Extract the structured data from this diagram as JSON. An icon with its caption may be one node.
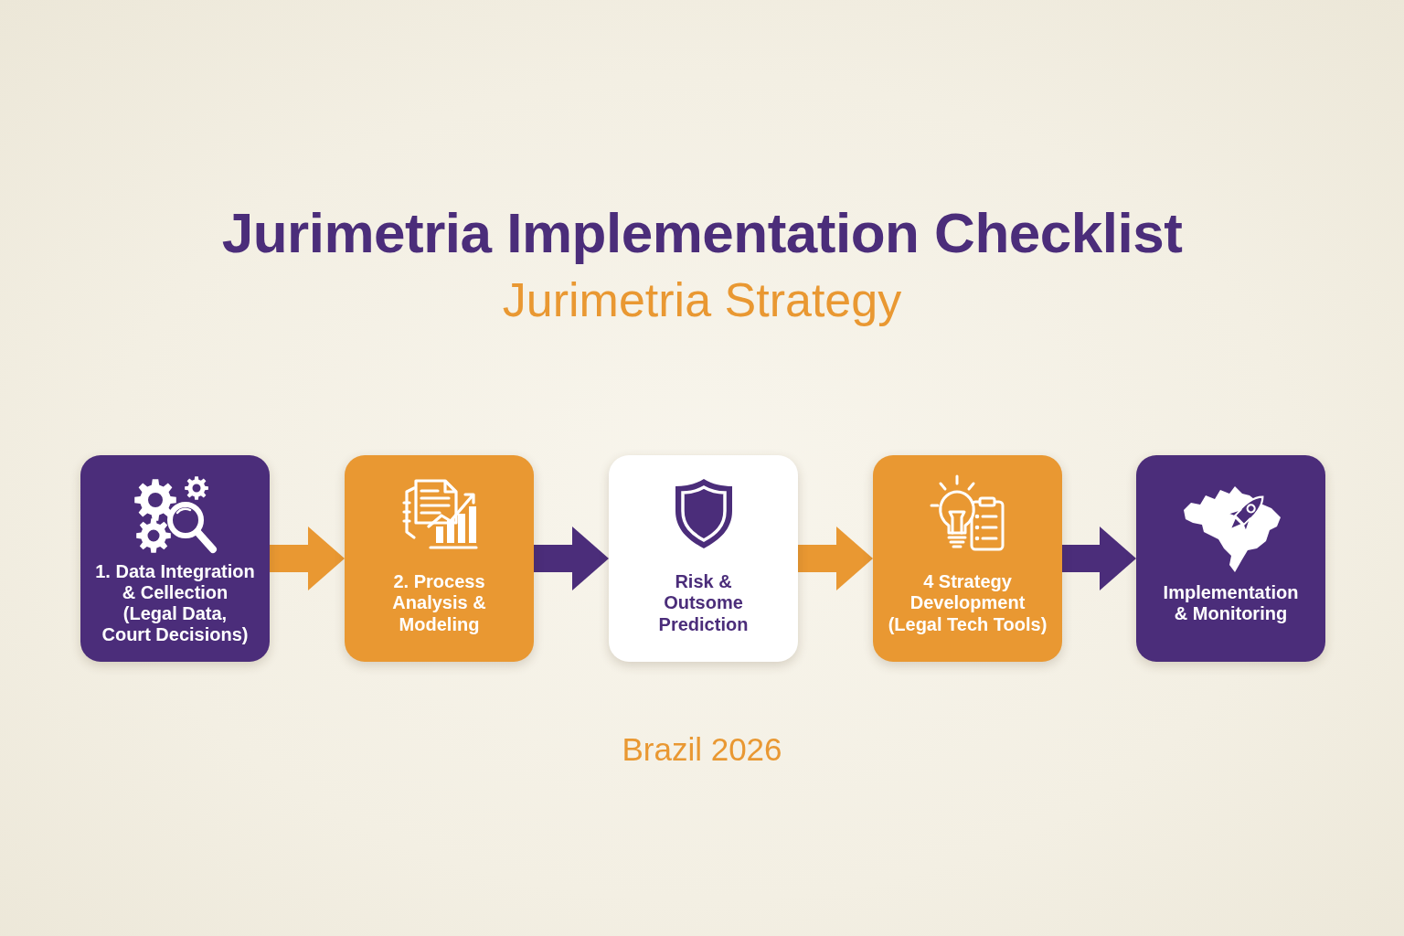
{
  "diagram": {
    "title": "Jurimetria Implementation Checklist",
    "nodes": [
      {
        "text": [
          "1. Data Integration & Cellection (Legal Data, Court Decisions)"
        ]
      },
      {
        "text": [
          "2. Process Analysis & Modeling"
        ]
      },
      {
        "text": [
          "Risk & Outsome Prediction"
        ]
      },
      {
        "text": [
          "4 Strategy Development (Legal Tech Tools)"
        ]
      },
      {
        "text": [
          "Implementation & Monitoring"
        ]
      }
    ],
    "edges": [
      {
        "from": 0,
        "to": 1,
        "arrow": "to",
        "color": "#e99832"
      },
      {
        "from": 1,
        "to": 2,
        "arrow": "to",
        "color": "#4b2d7a"
      },
      {
        "from": 2,
        "to": 3,
        "arrow": "to",
        "color": "#e99832"
      },
      {
        "from": 3,
        "to": 4,
        "arrow": "to",
        "color": "#4b2d7a"
      }
    ],
    "labels": [
      "Jurimetria Strategy",
      "Brazil 2026"
    ]
  }
}
